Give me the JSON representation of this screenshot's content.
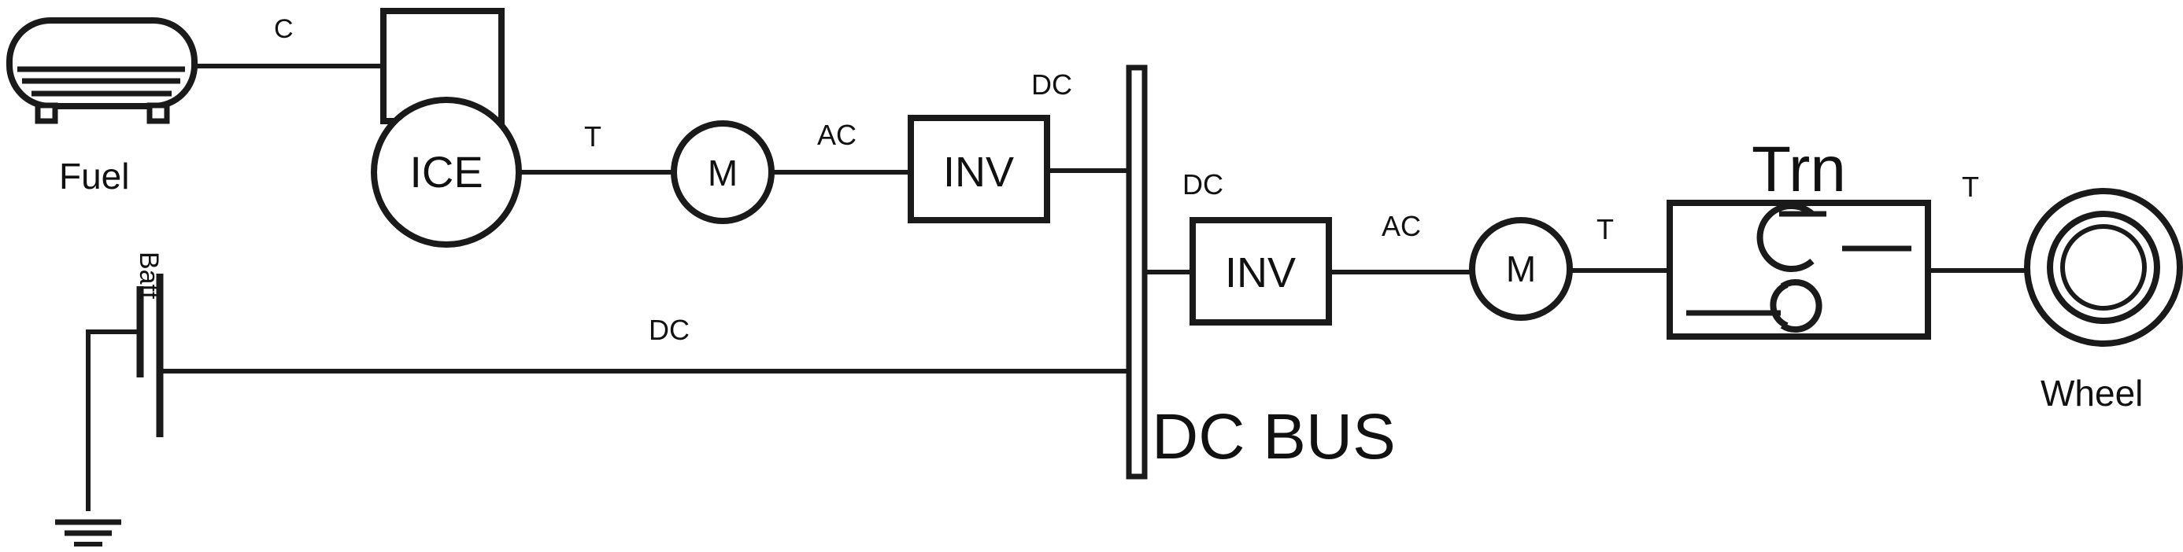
{
  "components": {
    "fuel_label": "Fuel",
    "ice_label": "ICE",
    "motor1_label": "M",
    "inverter1_label": "INV",
    "inverter2_label": "INV",
    "motor2_label": "M",
    "transmission_label": "Trn",
    "wheel_label": "Wheel",
    "battery_label": "Batt",
    "bus_label": "DC BUS"
  },
  "connections": {
    "fuel_to_ice": "C",
    "ice_to_motor1": "T",
    "motor1_to_inverter1": "AC",
    "inverter1_to_bus": "DC",
    "bus_to_inverter2": "DC",
    "inverter2_to_motor2": "AC",
    "motor2_to_transmission": "T",
    "transmission_to_wheel": "T",
    "battery_to_bus": "DC"
  }
}
